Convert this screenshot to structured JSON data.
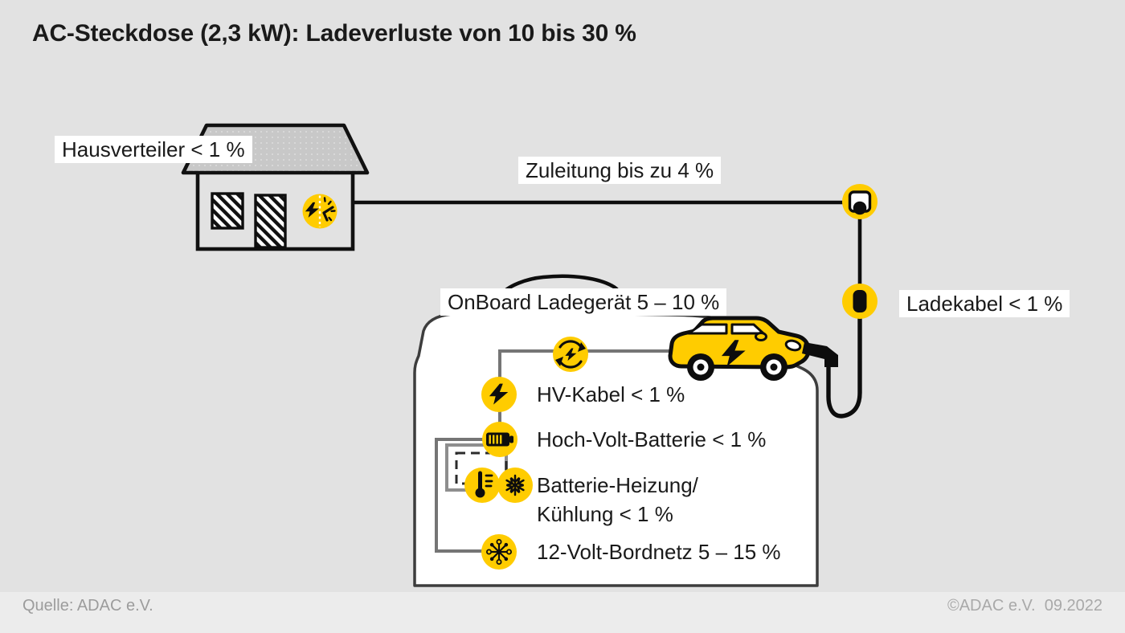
{
  "title": "AC-Steckdose (2,3 kW): Ladeverluste von 10 bis 30 %",
  "labels": {
    "house_distribution": "Hausverteiler < 1 %",
    "supply_line": "Zuleitung bis zu 4 %",
    "charging_cable": "Ladekabel < 1 %",
    "onboard_charger": "OnBoard Ladegerät 5 – 10 %"
  },
  "vehicle_items": [
    {
      "icon": "hv-bolt-icon",
      "label": "HV-Kabel < 1 %"
    },
    {
      "icon": "battery-icon",
      "label": "Hoch-Volt-Batterie < 1 %"
    },
    {
      "icon": "thermometer-icon+snowflake-icon",
      "label_line1": "Batterie-Heizung/",
      "label_line2": "Kühlung < 1 %"
    },
    {
      "icon": "network-icon",
      "label": "12-Volt-Bordnetz 5 – 15 %"
    }
  ],
  "footer": {
    "source": "Quelle: ADAC e.V.",
    "copyright": "©ADAC e.V.  09.2022"
  },
  "icons": {
    "house-icon": "house with hatched window and door",
    "meter-icon": "electricity meter: bolt + clock in yellow circle",
    "socket-icon": "wall socket: rounded square with round plug",
    "incable-box-icon": "in-cable control box: black rounded bar",
    "charger-icon": "circular arrows around lightning bolt",
    "hv-bolt-icon": "lightning bolt ⚡",
    "battery-icon": "horizontal battery with charge segments",
    "thermometer-icon": "thermometer with scale ticks",
    "snowflake-icon": "snowflake ❄",
    "network-icon": "hub with radiating nodes",
    "car-side-icon": "yellow electric car, side view",
    "car-top-icon": "white car silhouette, top view"
  },
  "colors": {
    "adac_yellow": "#FFCC00",
    "background": "#E2E2E2",
    "footer_band": "#ECECEC",
    "roof_gray": "#C8C8C8",
    "outline_black": "#111111",
    "silhouette_gray": "#3D3D3D",
    "connector_gray": "#757575",
    "label_bg": "#FFFFFF",
    "text_black": "#1A1A1A",
    "footer_text": "#9C9C9C"
  }
}
